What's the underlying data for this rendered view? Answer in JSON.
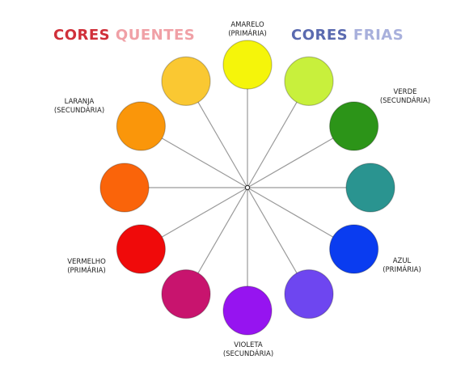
{
  "titles": {
    "warm_part1": "CORES",
    "warm_part2": "QUENTES",
    "cool_part1": "CORES",
    "cool_part2": "FRIAS"
  },
  "colors": [
    {
      "id": "amarelo",
      "fill": "#f5f50a"
    },
    {
      "id": "amarelo-esverdeado",
      "fill": "#c8f03c"
    },
    {
      "id": "verde",
      "fill": "#2c9418"
    },
    {
      "id": "azul-esverdeado",
      "fill": "#2a9490"
    },
    {
      "id": "azul",
      "fill": "#0a3cf0"
    },
    {
      "id": "azul-violeta",
      "fill": "#6e46f0"
    },
    {
      "id": "violeta",
      "fill": "#9614f0"
    },
    {
      "id": "vermelho-violeta",
      "fill": "#c8146e"
    },
    {
      "id": "vermelho",
      "fill": "#f00a0a"
    },
    {
      "id": "vermelho-alaranjado",
      "fill": "#fa640a"
    },
    {
      "id": "laranja",
      "fill": "#fa960a"
    },
    {
      "id": "amarelo-alaranjado",
      "fill": "#fac832"
    }
  ],
  "labels": {
    "amarelo": {
      "name": "AMARELO",
      "type": "(PRIMÁRIA)"
    },
    "verde": {
      "name": "VERDE",
      "type": "(SECUNDÁRIA)"
    },
    "azul": {
      "name": "AZUL",
      "type": "(PRIMÁRIA)"
    },
    "violeta": {
      "name": "VIOLETA",
      "type": "(SECUNDÁRIA)"
    },
    "vermelho": {
      "name": "VERMELHO",
      "type": "(PRIMÁRIA)"
    },
    "laranja": {
      "name": "LARANJA",
      "type": "(SECUNDÁRIA)"
    }
  }
}
